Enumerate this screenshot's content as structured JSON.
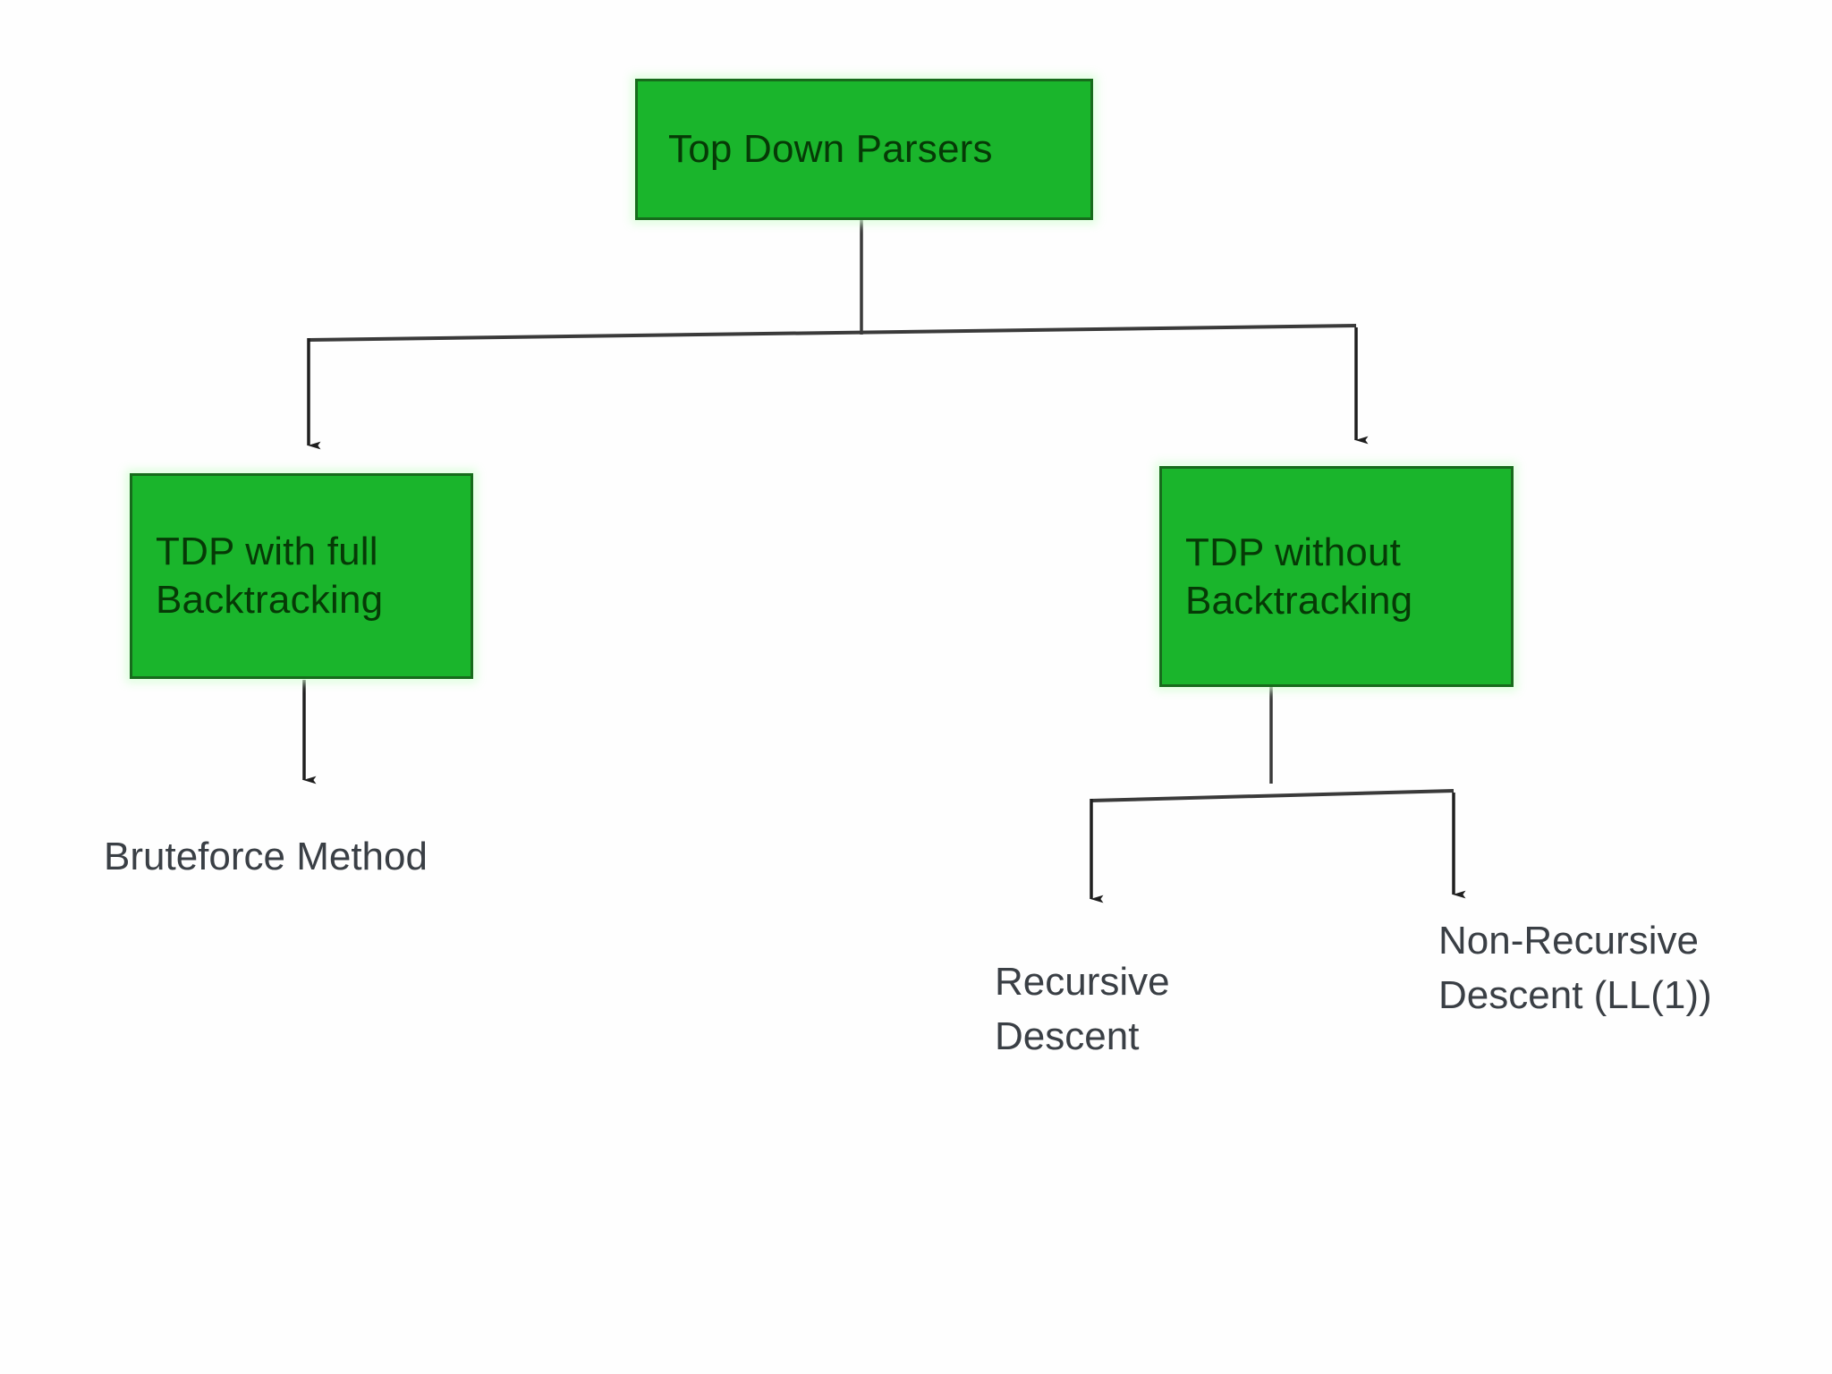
{
  "diagram": {
    "title_text": "Top Down Parsers",
    "background_color": "#fefefe",
    "box_fill_color": "#1ab52c",
    "box_border_color": "#176b1c",
    "box_text_color": "#063a06",
    "leaf_text_color": "#3a3f45",
    "connector_color": "#2b2b2b",
    "nodes": {
      "root": {
        "label": "Top Down Parsers",
        "kind": "box"
      },
      "with_backtracking": {
        "label": "TDP with full\nBacktracking",
        "kind": "box"
      },
      "without_backtracking": {
        "label": "TDP without\nBacktracking",
        "kind": "box"
      },
      "bruteforce": {
        "label": "Bruteforce Method",
        "kind": "text"
      },
      "recursive_descent": {
        "label": "Recursive\nDescent",
        "kind": "text"
      },
      "non_recursive_descent": {
        "label": "Non-Recursive\nDescent (LL(1))",
        "kind": "text"
      }
    },
    "edges": [
      {
        "from": "root",
        "to": "with_backtracking",
        "arrow": true
      },
      {
        "from": "root",
        "to": "without_backtracking",
        "arrow": true
      },
      {
        "from": "with_backtracking",
        "to": "bruteforce",
        "arrow": true
      },
      {
        "from": "without_backtracking",
        "to": "recursive_descent",
        "arrow": true
      },
      {
        "from": "without_backtracking",
        "to": "non_recursive_descent",
        "arrow": true
      }
    ]
  }
}
